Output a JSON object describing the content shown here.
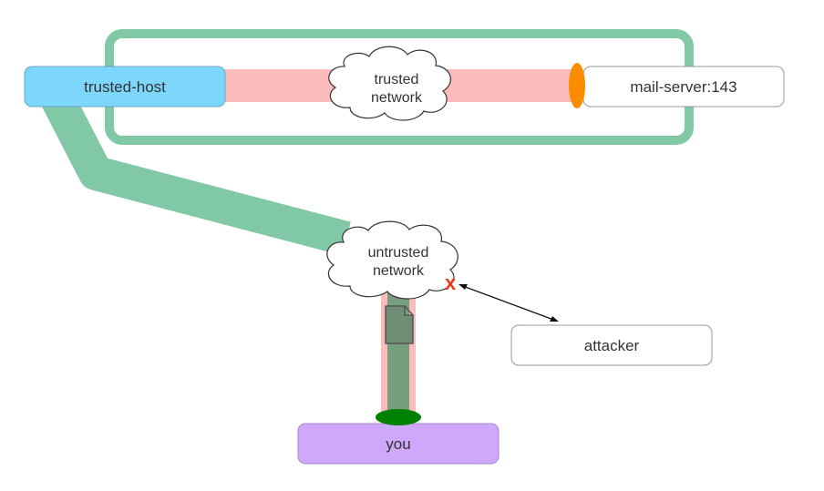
{
  "nodes": {
    "trusted_host": "trusted-host",
    "mail_server": "mail-server:143",
    "attacker": "attacker",
    "you": "you"
  },
  "clouds": {
    "trusted": [
      "trusted",
      "network"
    ],
    "untrusted": [
      "untrusted",
      "network"
    ]
  },
  "marks": {
    "blocked": "x"
  },
  "colors": {
    "trusted_host_fill": "#7dd6fb",
    "you_fill": "#cfa7fb",
    "tunnel_green": "#80c8a6",
    "boundary_green": "#80c8a6",
    "leak_pink": "#fbbcbb",
    "port_orange": "#fb8c00",
    "endpoint_green": "#008000",
    "block_red": "#ea3a1d"
  },
  "icons": {
    "packet": "document-icon",
    "block": "x-mark-icon"
  }
}
